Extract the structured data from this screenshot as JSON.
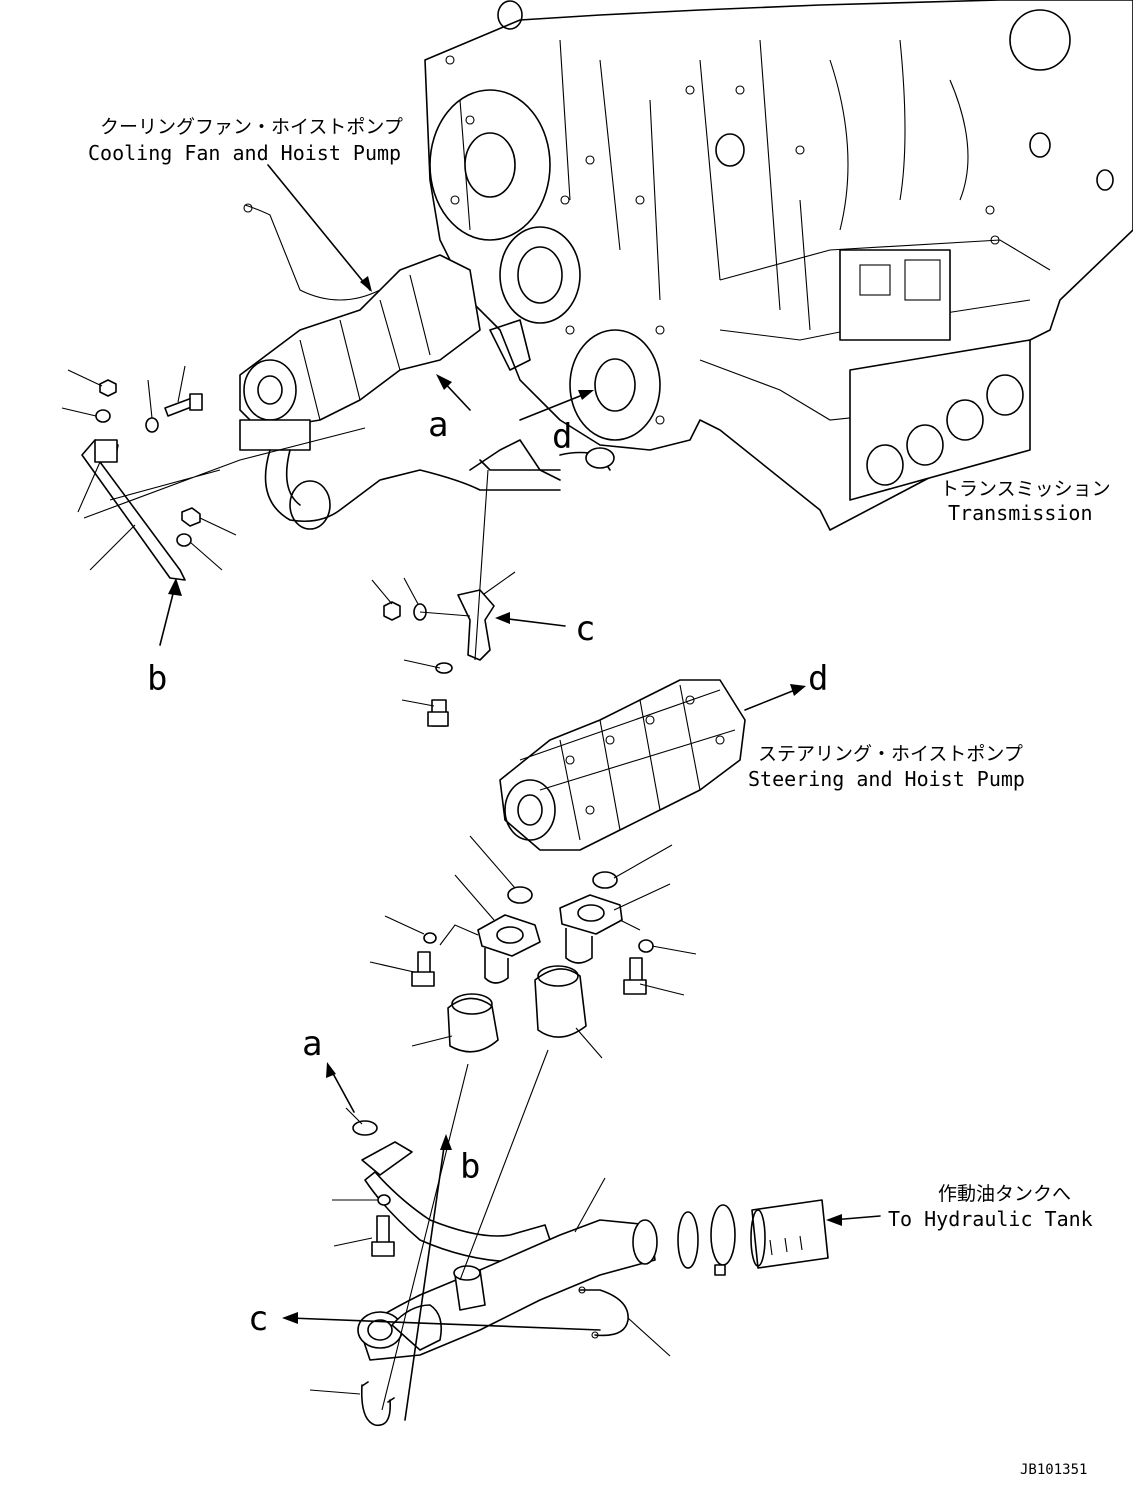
{
  "labels": {
    "cooling_fan_jp": "クーリングファン・ホイストポンプ",
    "cooling_fan_en": "Cooling Fan and Hoist Pump",
    "transmission_jp": "トランスミッション",
    "transmission_en": "Transmission",
    "steering_jp": "ステアリング・ホイストポンプ",
    "steering_en": "Steering and Hoist Pump",
    "tank_jp": "作動油タンクへ",
    "tank_en": "To Hydraulic Tank"
  },
  "refs": {
    "a": "a",
    "b": "b",
    "c": "c",
    "d": "d"
  },
  "drawing_number": "JB101351"
}
